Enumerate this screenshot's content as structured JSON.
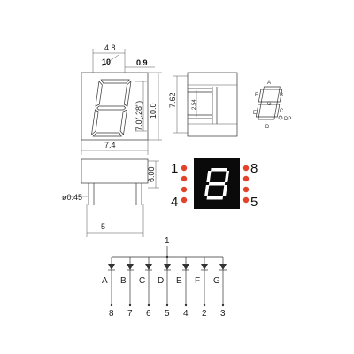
{
  "front_view": {
    "dim_height": "10.0",
    "dim_digit_height": "7.0(.28\")",
    "dim_width": "7.4",
    "dim_top_a": "4.8",
    "dim_top_b": "10",
    "dim_top_c": "0.9"
  },
  "side_view": {
    "dim_height": "7.62",
    "dim_pitch": "2.54"
  },
  "segment_labels": {
    "a": "A",
    "b": "B",
    "c": "C",
    "d": "D",
    "e": "E",
    "f": "F",
    "g": "G",
    "dp": "DP"
  },
  "bottom_view": {
    "dim_pin_dia": "ø0.45",
    "dim_pin_len": "6.00",
    "dim_base": "5"
  },
  "pinout_photo": {
    "pins_left": [
      "1",
      "4"
    ],
    "pins_right": [
      "8",
      "5"
    ]
  },
  "schematic": {
    "common_pin": "1",
    "segments": [
      "A",
      "B",
      "C",
      "D",
      "E",
      "F",
      "G"
    ],
    "pins": [
      "8",
      "7",
      "6",
      "5",
      "4",
      "2",
      "3"
    ]
  }
}
